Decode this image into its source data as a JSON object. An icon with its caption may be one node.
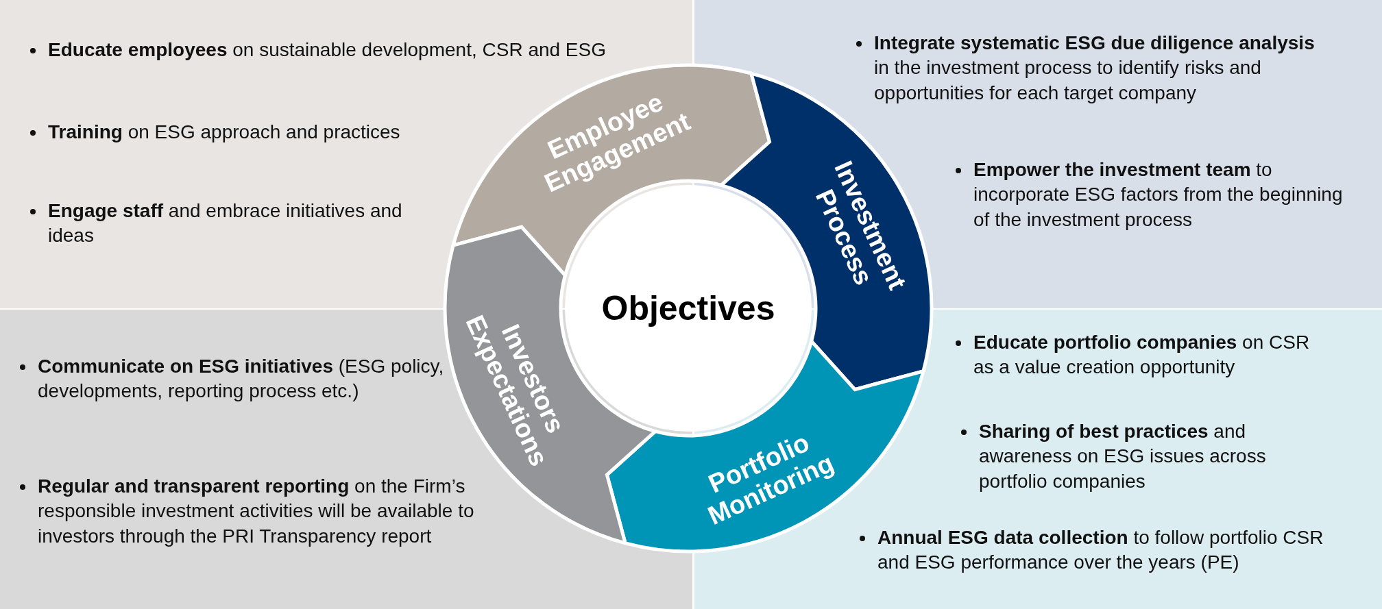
{
  "diagram": {
    "nodes": [
      {
        "text": [
          "**Educate employees** on sustainable development, CSR and ESG",
          "**Training** on ESG approach and practices",
          "**Engage staff** and embrace initiatives and ideas"
        ]
      },
      {
        "text": [
          "**Integrate systematic ESG due diligence analysis** in the investment process to identify risks and opportunities for each target company",
          "**Empower the investment team**  to incorporate ESG factors from the beginning of the investment process"
        ]
      },
      {
        "text": [
          "**Communicate on ESG initiatives** (ESG policy, developments, reporting process etc.)",
          "**Regular and transparent reporting** on the Firm’s responsible investment activities will be available to investors through the PRI Transparency report"
        ]
      },
      {
        "text": [
          "**Educate portfolio companies** on CSR as a value creation opportunity",
          "**Sharing of best practices** and awareness on ESG issues across portfolio companies",
          "**Annual ESG data collection** to follow portfolio CSR and ESG performance over the years (PE)"
        ]
      },
      {
        "text": [
          "Employee Engagement"
        ]
      },
      {
        "text": [
          "Investment Process"
        ]
      },
      {
        "text": [
          "Portfolio Monitoring"
        ]
      },
      {
        "text": [
          "Investors Expectations"
        ]
      },
      {
        "text": [
          "Objectives"
        ]
      }
    ],
    "edges": []
  }
}
